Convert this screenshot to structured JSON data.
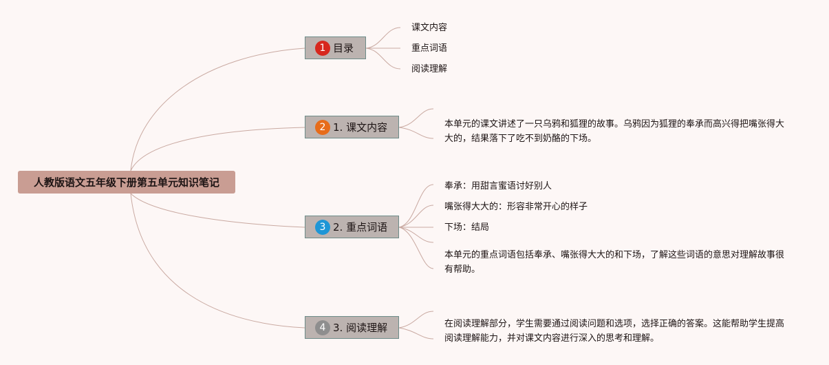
{
  "root": {
    "title": "人教版语文五年级下册第五单元知识笔记"
  },
  "branches": [
    {
      "number": "1",
      "label": "目录",
      "badge_color": "#d7281e",
      "children": [
        "课文内容",
        "重点词语",
        "阅读理解"
      ]
    },
    {
      "number": "2",
      "label": "1. 课文内容",
      "badge_color": "#e76c1a",
      "children": [
        "本单元的课文讲述了一只乌鸦和狐狸的故事。乌鸦因为狐狸的奉承而高兴得把嘴张得大大的，结果落下了吃不到奶酪的下场。"
      ]
    },
    {
      "number": "3",
      "label": "2. 重点词语",
      "badge_color": "#1e96d6",
      "children": [
        "奉承：用甜言蜜语讨好别人",
        "嘴张得大大的：形容非常开心的样子",
        "下场：结局",
        "本单元的重点词语包括奉承、嘴张得大大的和下场，了解这些词语的意思对理解故事很有帮助。"
      ]
    },
    {
      "number": "4",
      "label": "3. 阅读理解",
      "badge_color": "#8e8e8e",
      "children": [
        "在阅读理解部分，学生需要通过阅读问题和选项，选择正确的答案。这能帮助学生提高阅读理解能力，并对课文内容进行深入的思考和理解。"
      ]
    }
  ],
  "colors": {
    "background": "#fdf7f6",
    "root_fill": "#c99d93",
    "branch_fill": "#bcb3b0",
    "connector": "#c9a9a1"
  }
}
